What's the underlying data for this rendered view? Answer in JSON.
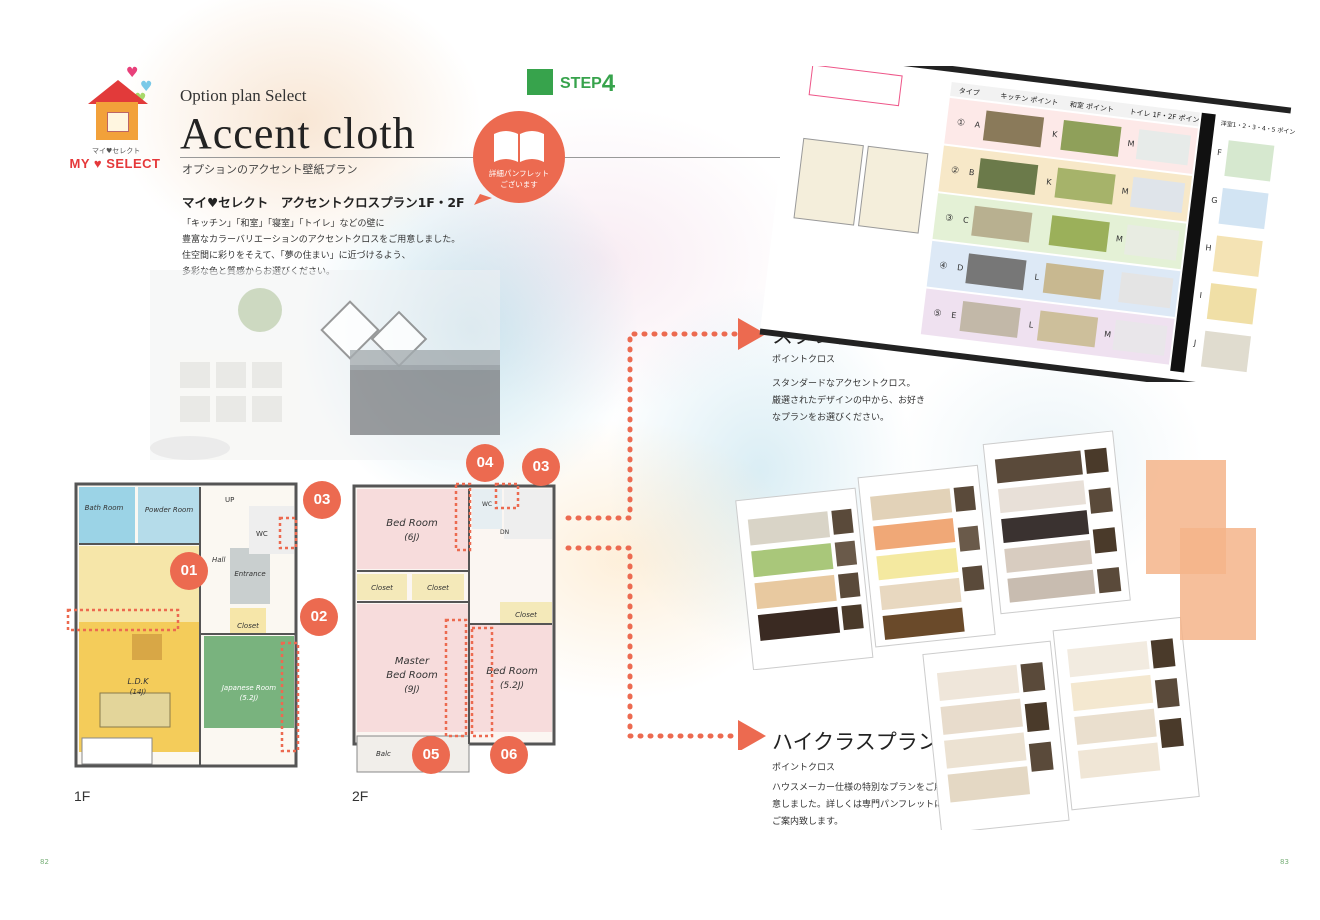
{
  "brand": {
    "logo_sub": "マイ♥セレクト",
    "logo_text": "MY ♥ SELECT"
  },
  "header": {
    "eyebrow": "Option plan Select",
    "title": "Accent cloth",
    "subtitle": "オプションのアクセント壁紙プラン",
    "step_label": "STEP",
    "step_number": "4"
  },
  "badge": {
    "line1": "詳細パンフレット",
    "line2": "ございます"
  },
  "intro": {
    "plan_title": "マイ♥セレクト　アクセントクロスプラン1F・2F",
    "desc_lines": [
      "「キッチン」「和室」「寝室」「トイレ」などの壁に",
      "豊富なカラーバリエーションのアクセントクロスをご用意しました。",
      "住空間に彩りをそえて、「夢の住まい」に近づけるよう、",
      "多彩な色と質感からお選びください。"
    ]
  },
  "floorplan_1f": {
    "label": "1F",
    "rooms": {
      "bath": "Bath Room",
      "powder": "Powder Room",
      "up": "UP",
      "wc": "WC",
      "hall": "Hall",
      "entrance": "Entrance",
      "closet": "Closet",
      "ldk": "L.D.K",
      "ldk_size": "(14J)",
      "japanese": "Japanese Room",
      "japanese_size": "(5.2J)"
    }
  },
  "floorplan_2f": {
    "label": "2F",
    "rooms": {
      "bed1": "Bed Room",
      "bed1_size": "(6J)",
      "wc": "WC",
      "dn": "DN",
      "closet_a": "Closet",
      "closet_b": "Closet",
      "closet_c": "Closet",
      "master1": "Master",
      "master2": "Bed Room",
      "master_size": "(9J)",
      "bed2": "Bed Room",
      "bed2_size": "(5.2J)",
      "balcony": "Balc"
    }
  },
  "markers": [
    "01",
    "02",
    "03",
    "03",
    "04",
    "05",
    "06"
  ],
  "catalog_table": {
    "headers": [
      "タイプ",
      "キッチン ポイント",
      "和室 ポイント",
      "トイレ 1F・2F ポイント",
      "洋室1・2・3・4・5 ポイント"
    ],
    "types": [
      "①",
      "②",
      "③",
      "④",
      "⑤"
    ],
    "codes": [
      "A",
      "B",
      "C",
      "D",
      "E",
      "K",
      "K",
      "L",
      "L",
      "M",
      "M",
      "M",
      "M",
      "F",
      "G",
      "H",
      "I",
      "J"
    ]
  },
  "standard_plan": {
    "heading": "スタンダードプラン",
    "sub": "ポイントクロス",
    "desc_lines": [
      "スタンダードなアクセントクロス。",
      "厳選されたデザインの中から、お好き",
      "なプランをお選びください。"
    ]
  },
  "highclass_plan": {
    "heading": "ハイクラスプラン",
    "sub": "ポイントクロス",
    "desc_lines": [
      "ハウスメーカー仕様の特別なプランをご用",
      "意しました。詳しくは専門パンフレットにて",
      "ご案内致します。"
    ]
  },
  "footer": {
    "left_page": "82",
    "right_page": "83"
  },
  "colors": {
    "accent": "#ec6a50",
    "step_green": "#37a34c",
    "brand_red": "#e5383a"
  }
}
